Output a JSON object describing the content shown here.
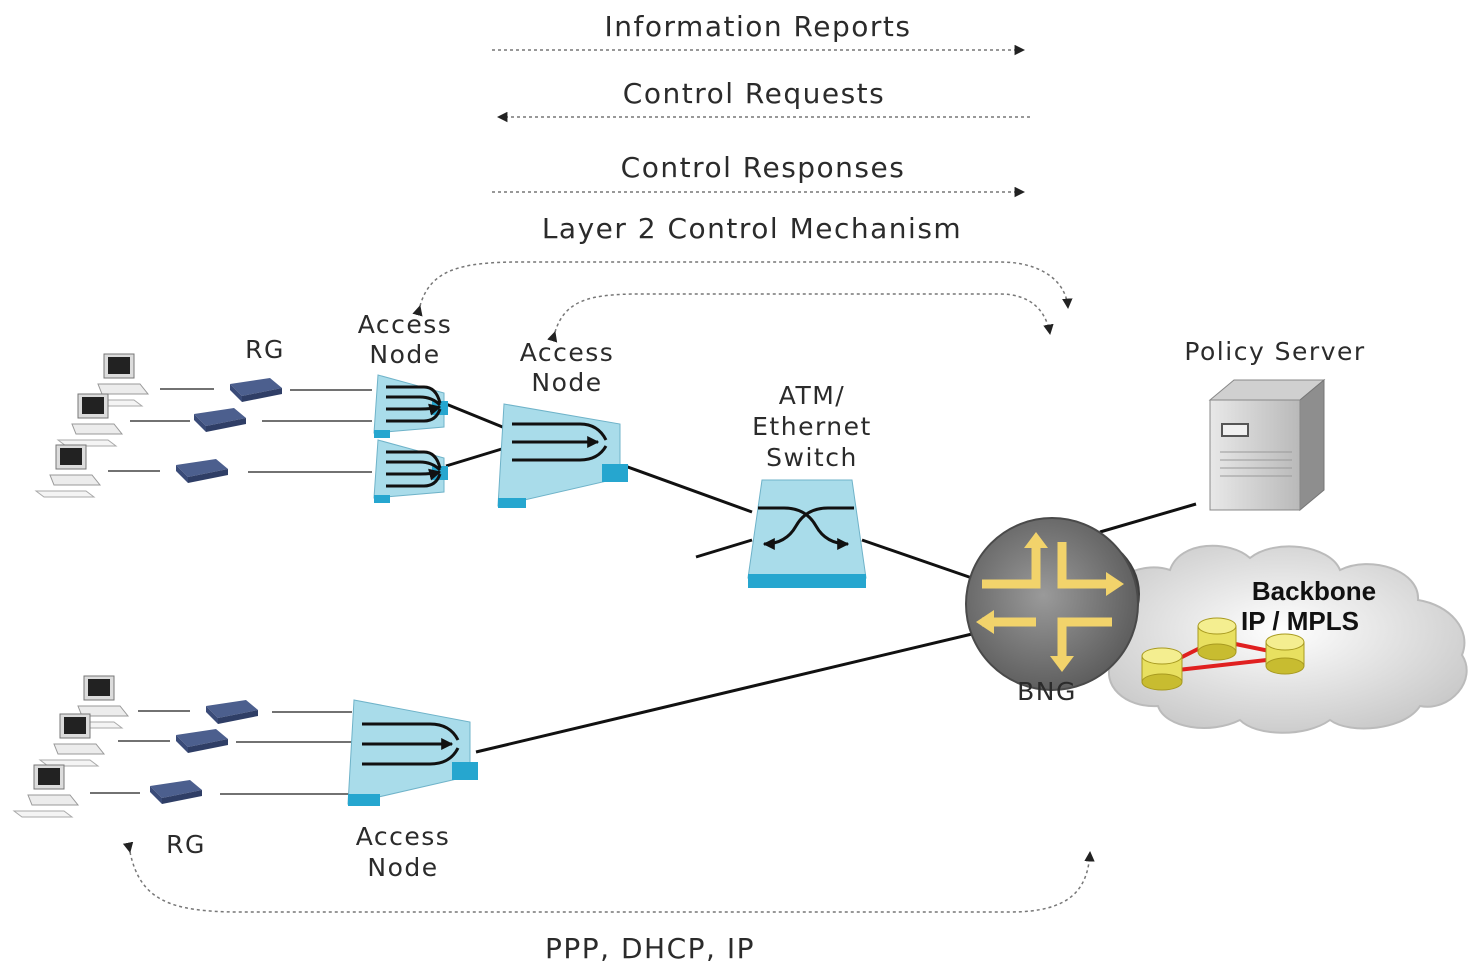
{
  "labels": {
    "information_reports": "Information Reports",
    "control_requests": "Control Requests",
    "control_responses": "Control Responses",
    "layer2_mechanism": "Layer 2 Control Mechanism",
    "access_node": "Access",
    "access_node_2": "Node",
    "rg": "RG",
    "atm_line1": "ATM/",
    "atm_line2": "Ethernet",
    "atm_line3": "Switch",
    "policy_server": "Policy Server",
    "bng": "BNG",
    "backbone_line1": "Backbone",
    "backbone_line2": "IP / MPLS",
    "protocols": "PPP, DHCP, IP"
  },
  "icons": [
    "computer-icon",
    "residential-gateway-icon",
    "access-node-icon",
    "switch-icon",
    "server-icon",
    "router-icon",
    "cloud-icon"
  ],
  "colors": {
    "access_node": "#a9dcea",
    "access_node_foot": "#26a6cf",
    "router_arrows": "#f2d36b",
    "backbone_link": "#e02020",
    "mini_router": "#e8e060"
  }
}
